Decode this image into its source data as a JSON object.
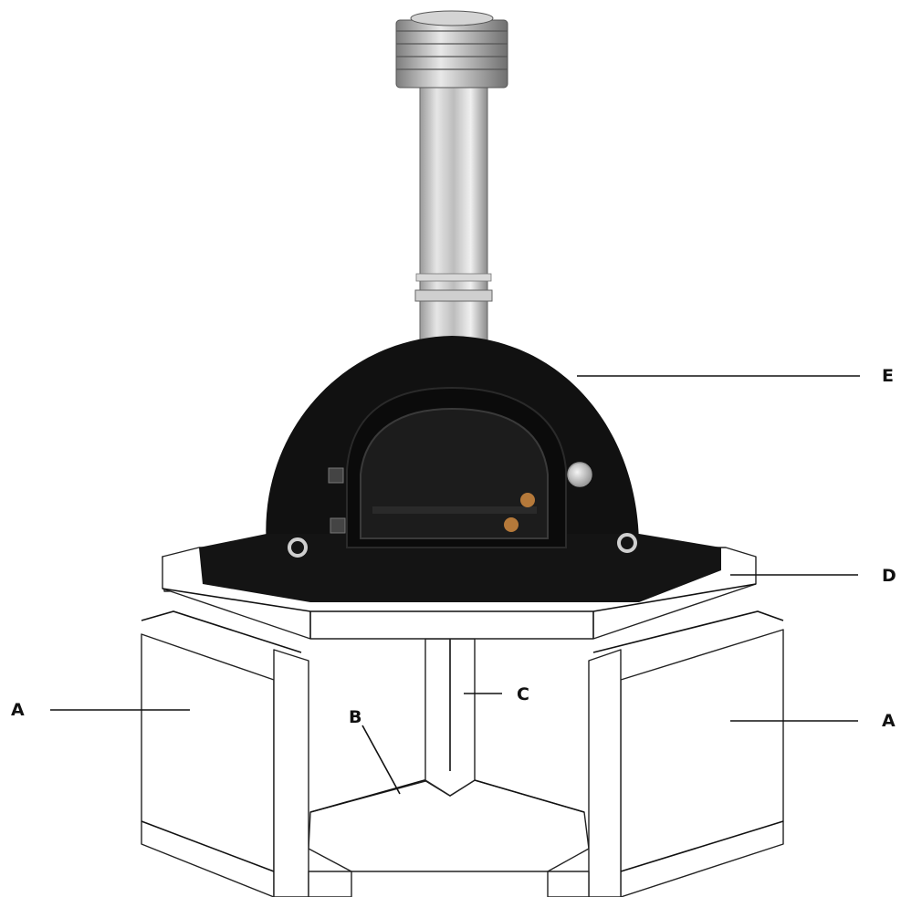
{
  "labels": {
    "left_panel": "A",
    "right_panel": "A",
    "floor": "B",
    "support": "C",
    "slab": "D",
    "oven": "E"
  },
  "colors": {
    "oven_body": "#111111",
    "chimney_light": "#d9d9d9",
    "chimney_dark": "#8a8a8a",
    "outline": "#222222"
  }
}
